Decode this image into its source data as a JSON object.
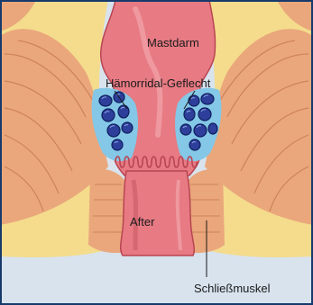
{
  "labels": {
    "rectum": "Mastdarm",
    "hemorrhoidal_plexus": "Hämorridal-Geflecht",
    "anus": "After",
    "sphincter": "Schließmuskel"
  },
  "colors": {
    "background": "#d8e3ee",
    "frame": "#163a6b",
    "fat_tissue": "#f4dc8c",
    "muscle": "#eaa77c",
    "muscle_striation": "#c77a52",
    "rectum_wall": "#e77a83",
    "rectum_dark": "#b94552",
    "rectum_light": "#f2a5ab",
    "plexus_fill": "#84c7e6",
    "vein_fill": "#2d3f9a",
    "vein_stroke": "#0f1d5e",
    "label_text": "#1a1a1a"
  }
}
